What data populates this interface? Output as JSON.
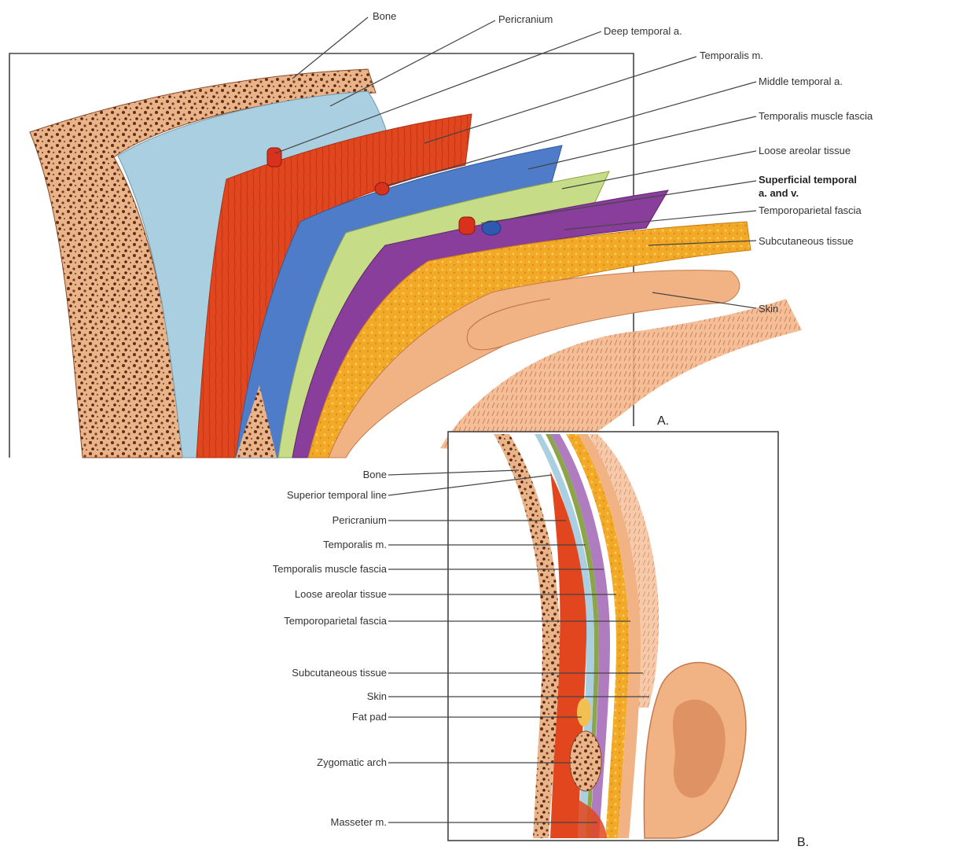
{
  "panel_a": {
    "letter": "A.",
    "labels": {
      "bone": "Bone",
      "pericranium": "Pericranium",
      "deep_temporal_a": "Deep temporal a.",
      "temporalis_m": "Temporalis m.",
      "middle_temporal_a": "Middle temporal a.",
      "temporalis_muscle_fascia": "Temporalis muscle fascia",
      "loose_areolar_tissue": "Loose areolar tissue",
      "superficial_temporal_line1": "Superficial temporal",
      "superficial_temporal_line2": "a. and v.",
      "temporoparietal_fascia": "Temporoparietal fascia",
      "subcutaneous_tissue": "Subcutaneous tissue",
      "skin": "Skin"
    }
  },
  "panel_b": {
    "letter": "B.",
    "labels": {
      "bone": "Bone",
      "superior_temporal_line": "Superior temporal line",
      "pericranium": "Pericranium",
      "temporalis_m": "Temporalis m.",
      "temporalis_muscle_fascia": "Temporalis muscle fascia",
      "loose_areolar_tissue": "Loose areolar tissue",
      "temporoparietal_fascia": "Temporoparietal fascia",
      "subcutaneous_tissue": "Subcutaneous tissue",
      "skin": "Skin",
      "fat_pad": "Fat pad",
      "zygomatic_arch": "Zygomatic arch",
      "masseter_m": "Masseter m."
    }
  },
  "colors": {
    "bone": "#e8b48a",
    "bone_speckle": "#6a2a14",
    "pericranium": "#a9cfe0",
    "temporalis_muscle": "#e2461f",
    "temporalis_fascia": "#4f7cc8",
    "loose_areolar": "#c7dc86",
    "temporoparietal": "#8a3e9c",
    "subcutaneous": "#f2a928",
    "skin": "#f2b384",
    "artery": "#d8321c",
    "vein": "#2e59b0"
  }
}
